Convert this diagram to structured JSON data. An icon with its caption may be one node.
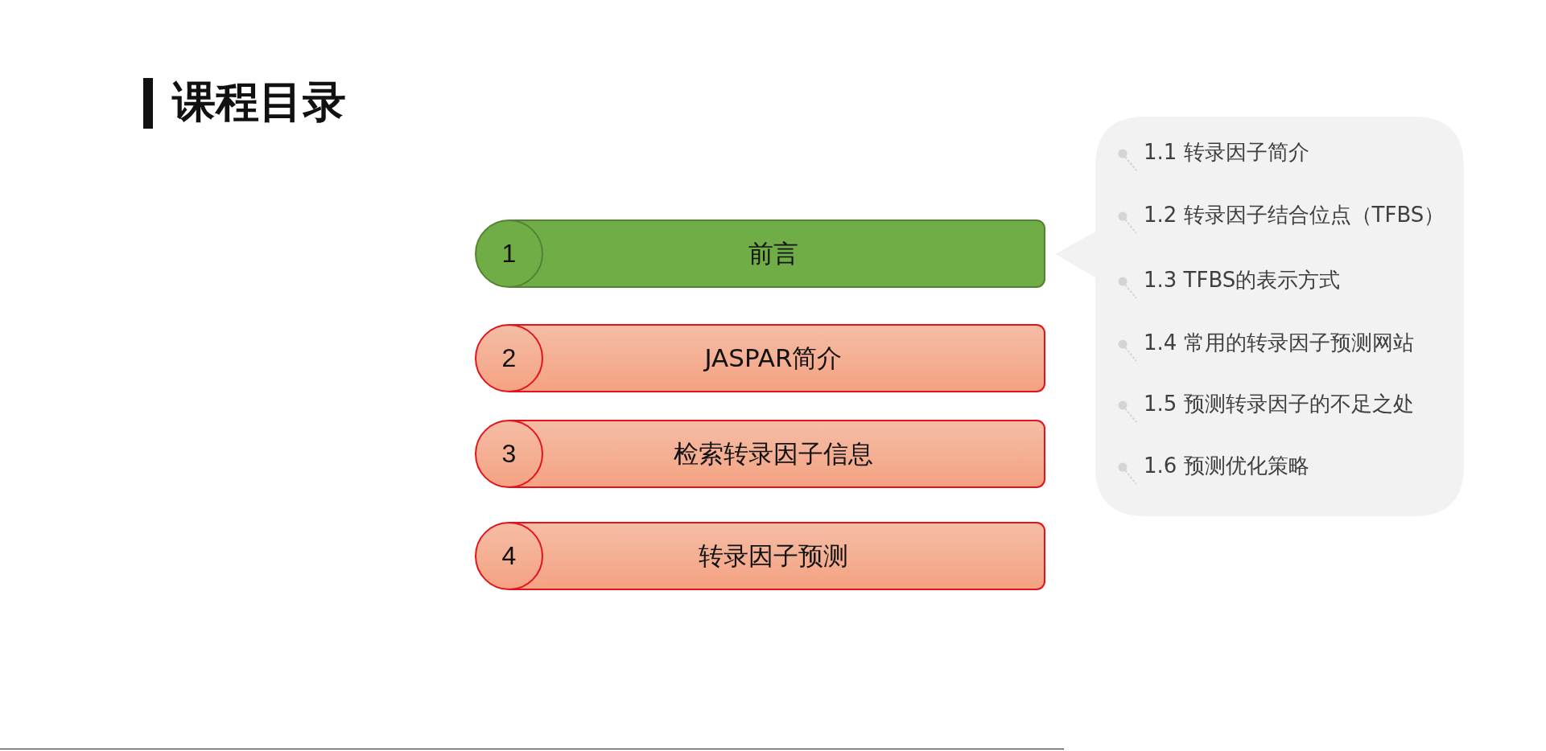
{
  "diagram": {
    "title": "课程目录",
    "nodes": [
      {
        "text": [
          "1"
        ]
      },
      {
        "text": [
          "前言"
        ]
      },
      {
        "text": [
          "2"
        ]
      },
      {
        "text": [
          "JASPAR简介"
        ]
      },
      {
        "text": [
          "3"
        ]
      },
      {
        "text": [
          "检索转录因子信息"
        ]
      },
      {
        "text": [
          "4"
        ]
      },
      {
        "text": [
          "转录因子预测"
        ]
      },
      {
        "text": [
          "1.1 转录因子简介",
          "1.2 转录因子结合位点（TFBS）",
          "1.3 TFBS的表示方式",
          "1.4 常用的转录因子预测网站",
          "1.5 预测转录因子的不足之处",
          "1.6 预测优化策略"
        ]
      }
    ]
  }
}
